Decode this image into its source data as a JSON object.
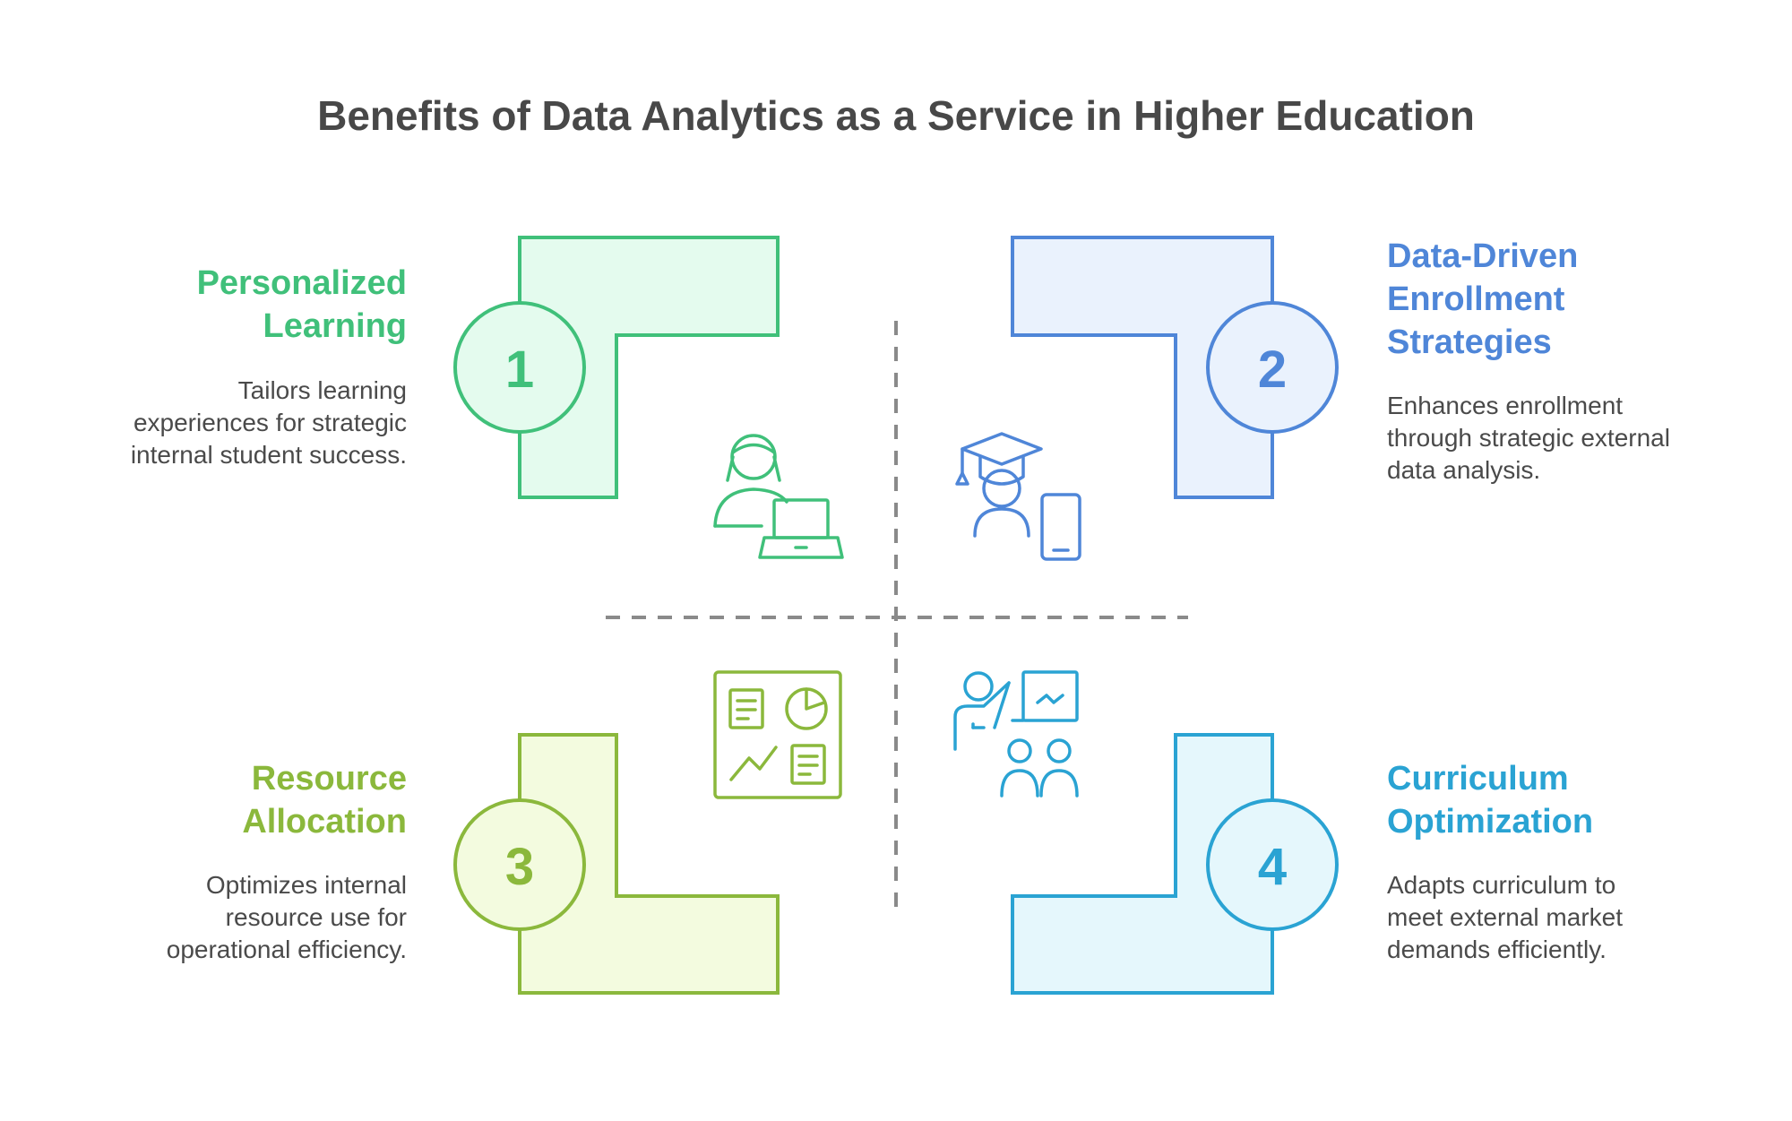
{
  "title": "Benefits of Data Analytics as a Service in Higher Education",
  "quadrants": [
    {
      "number": "1",
      "heading": "Personalized\nLearning",
      "description": "Tailors learning\nexperiences for strategic\ninternal student success.",
      "color": "#40c07a",
      "fill": "#e4fbee",
      "icon": "student-laptop-icon"
    },
    {
      "number": "2",
      "heading": "Data-Driven\nEnrollment\nStrategies",
      "description": "Enhances enrollment\nthrough strategic external\ndata analysis.",
      "color": "#4f86d8",
      "fill": "#eaf2fd",
      "icon": "graduate-phone-icon"
    },
    {
      "number": "3",
      "heading": "Resource\nAllocation",
      "description": "Optimizes internal\nresource use for\noperational efficiency.",
      "color": "#8bb83c",
      "fill": "#f3fbdf",
      "icon": "dashboard-icon"
    },
    {
      "number": "4",
      "heading": "Curriculum\nOptimization",
      "description": "Adapts curriculum to\nmeet external market\ndemands efficiently.",
      "color": "#2aa3d3",
      "fill": "#e5f7fc",
      "icon": "teacher-presentation-icon"
    }
  ]
}
